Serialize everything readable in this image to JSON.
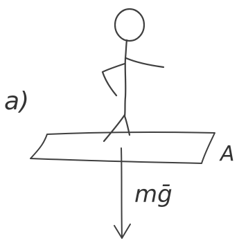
{
  "diagram": {
    "part_label": "a)",
    "platform_label": "A",
    "force_label": "mḡ",
    "colors": {
      "ink": "#3f3f3f",
      "paper": "#ffffff"
    }
  }
}
